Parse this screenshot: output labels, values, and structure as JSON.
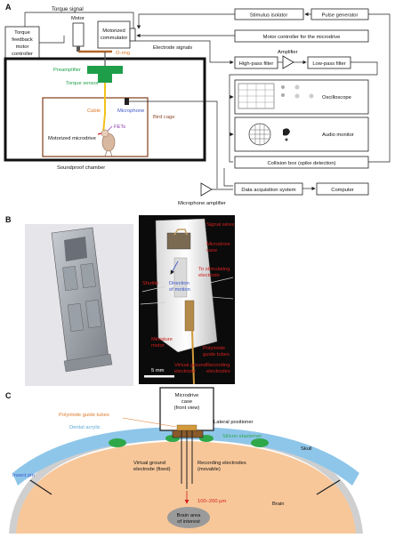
{
  "panels": {
    "a": "A",
    "b": "B",
    "c": "C"
  },
  "panel_a": {
    "torque_signal": "Torque signal",
    "motor": "Motor",
    "torque_controller": [
      "Torque",
      "feedback",
      "motor",
      "controller"
    ],
    "commutator": [
      "Motorized",
      "commutator"
    ],
    "o_ring": "O-ring",
    "electrode_signals": "Electrode signals",
    "preamplifier": "Preamplifier",
    "torque_sensor": "Torque sensor",
    "cable": "Cable",
    "microphone": "Microphone",
    "fets": "FETs",
    "motorized_microdrive": "Motorized microdrive",
    "bird_cage": "Bird cage",
    "soundproof_chamber": "Soundproof chamber",
    "stimulus_isolator": "Stimulus isolator",
    "pulse_generator": "Pulse generator",
    "motor_controller_microdrive": "Motor controller for the microdrive",
    "amplifier": "Amplifier",
    "high_pass": "High-pass filter",
    "low_pass": "Low-pass filter",
    "oscilloscope": "Oscilloscope",
    "audio_monitor": "Audio monitor",
    "collision_box": "Collision box (spike detection)",
    "microphone_amplifier": "Microphone amplifier",
    "daq": "Data acquisition system",
    "computer": "Computer"
  },
  "panel_b": {
    "signal_wires": "Signal wires",
    "microdrive_case": [
      "Microdrive",
      "case"
    ],
    "to_stimulating": [
      "To stimulating",
      "electrode"
    ],
    "shuttle": "Shuttle",
    "direction_of_motion": [
      "Direction",
      "of motion"
    ],
    "miniature_motor": [
      "Miniature",
      "motor"
    ],
    "polyimide_guide": [
      "Polyimide",
      "guide tubes"
    ],
    "virtual_ground": [
      "Virtual ground",
      "electrode"
    ],
    "recording_electrodes": [
      "Recording",
      "electrodes"
    ],
    "scale_bar": "5 mm"
  },
  "panel_c": {
    "microdrive_case": [
      "Microdrive",
      "case",
      "(front view)"
    ],
    "polyimide_guide": "Polyimide guide tubes",
    "lateral_positioner": "Lateral positioner",
    "dental_acrylic": "Dental acrylic",
    "silicon_elastomer": "Silicon elastomer",
    "skull": "Skull",
    "insect_pin": "Insect pin",
    "virtual_ground": [
      "Virtual ground",
      "electrode (fixed)"
    ],
    "recording_electrodes": [
      "Recording electrodes",
      "(movable)"
    ],
    "depth_range": "100–200 µm",
    "brain_area": [
      "Brain area",
      "of interest"
    ],
    "brain": "Brain"
  },
  "colors": {
    "green": "#1f9e4a",
    "orange_text": "#e07a2a",
    "blue_text": "#3a56c8",
    "purple_text": "#8a3aa8",
    "brown": "#8b4a2a",
    "red_label": "#d2201d",
    "acrylic_blue": "#8ec6ea",
    "brain": "#f7c79a",
    "skull": "#cfcfcf",
    "elastomer": "#2fa84a",
    "cable_yellow": "#f2c21a"
  }
}
